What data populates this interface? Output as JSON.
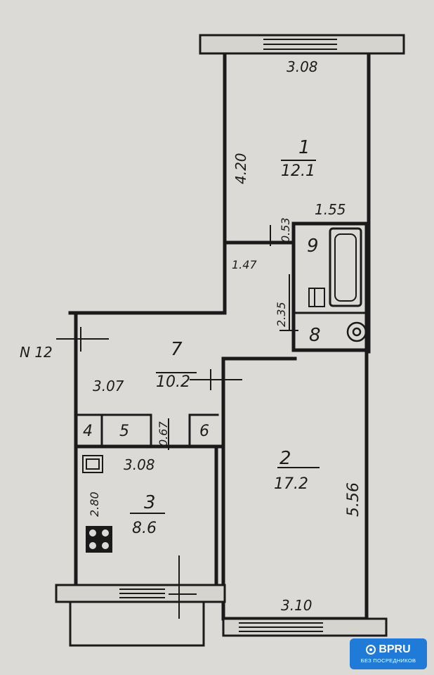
{
  "plan": {
    "rooms": [
      {
        "number": "1",
        "area": "12.1"
      },
      {
        "number": "2",
        "area": "17.2"
      },
      {
        "number": "3",
        "area": "8.6"
      },
      {
        "number": "7",
        "area": "10.2"
      },
      {
        "number": "9"
      },
      {
        "number": "8"
      },
      {
        "number": "4"
      },
      {
        "number": "5"
      },
      {
        "number": "6"
      }
    ],
    "dimensions": {
      "room1_top": "3.08",
      "room1_side": "4.20",
      "bath_top": "1.55",
      "bath_small": "0.53",
      "corridor_small": "1.47",
      "bath_side": "2.35",
      "hall_width": "3.07",
      "closet_depth": "0.67",
      "kitchen_top": "3.08",
      "kitchen_side": "2.80",
      "room2_side": "5.56",
      "room2_bottom": "3.10"
    },
    "apartment_label": "N 12"
  },
  "brand": {
    "name": "BPRU",
    "tagline": "БЕЗ ПОСРЕДНИКОВ"
  },
  "colors": {
    "paper": "#dcdad6",
    "ink": "#1c1c1c",
    "brand": "#1f7ad8"
  }
}
